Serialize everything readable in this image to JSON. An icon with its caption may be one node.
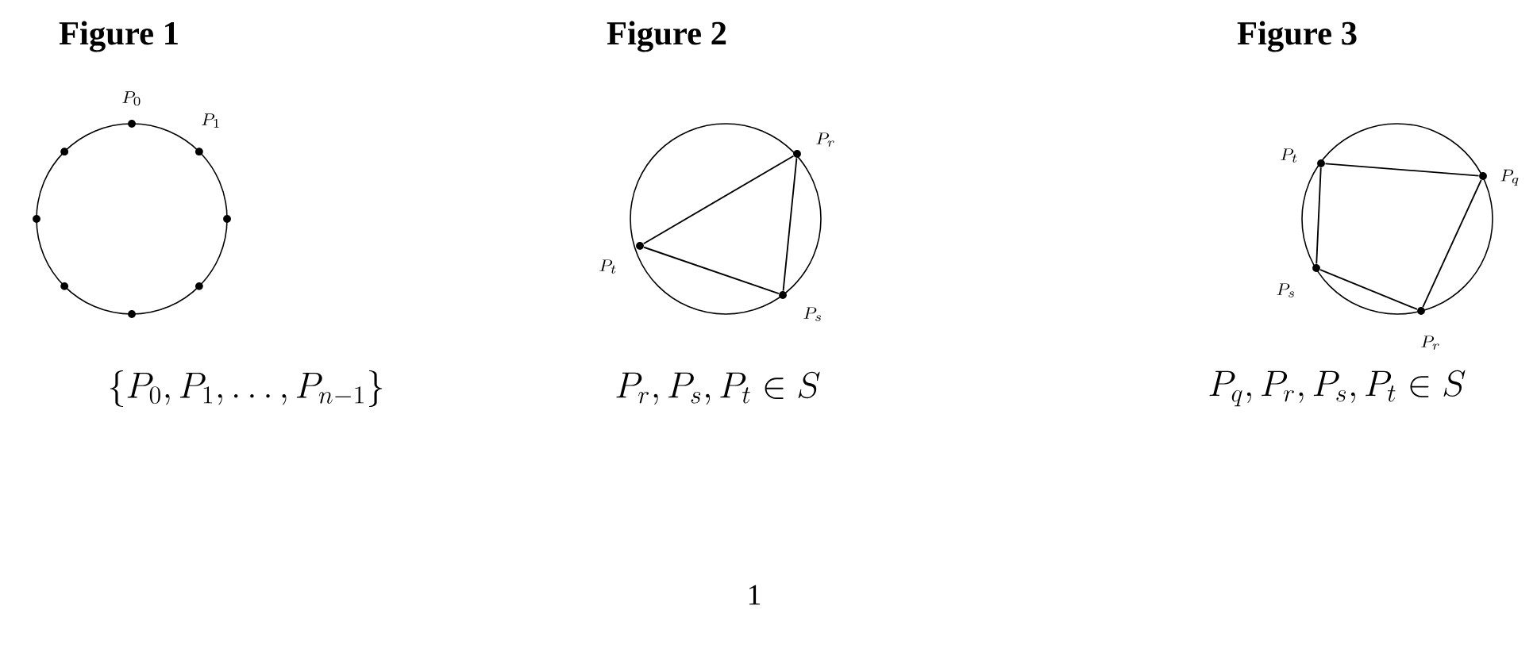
{
  "diagram": {
    "nodes": [
      {
        "text": [],
        "shape": "dot",
        "beside": [
          "P_0"
        ]
      },
      {
        "text": [],
        "shape": "dot"
      },
      {
        "text": [],
        "shape": "dot",
        "beside": [
          "P_1"
        ]
      },
      {
        "text": [],
        "shape": "dot"
      },
      {
        "text": [],
        "shape": "dot"
      },
      {
        "text": [],
        "shape": "dot"
      },
      {
        "text": [],
        "shape": "dot"
      },
      {
        "text": [],
        "shape": "dot"
      },
      {
        "text": [],
        "shape": "dot",
        "beside": [
          "P_r"
        ]
      },
      {
        "text": [],
        "shape": "dot",
        "beside": [
          "P_t"
        ]
      },
      {
        "text": [],
        "shape": "dot",
        "beside": [
          "P_s"
        ]
      },
      {
        "text": [],
        "shape": "dot",
        "beside": [
          "P_t"
        ]
      },
      {
        "text": [],
        "shape": "dot",
        "beside": [
          "P_q"
        ]
      },
      {
        "text": [],
        "shape": "dot",
        "beside": [
          "P_s"
        ]
      },
      {
        "text": [],
        "shape": "dot",
        "beside": [
          "P_r"
        ]
      }
    ],
    "edges": [
      {
        "from": 9,
        "to": 8,
        "arrow": "none"
      },
      {
        "from": 8,
        "to": 10,
        "arrow": "none"
      },
      {
        "from": 10,
        "to": 9,
        "arrow": "none"
      },
      {
        "from": 11,
        "to": 12,
        "arrow": "none"
      },
      {
        "from": 12,
        "to": 14,
        "arrow": "none"
      },
      {
        "from": 14,
        "to": 13,
        "arrow": "none"
      },
      {
        "from": 13,
        "to": 11,
        "arrow": "none"
      }
    ],
    "labels": [
      "Figure 1",
      "Figure 2",
      "Figure 3",
      "\\{P_0, P_1, \\ldots, P_{n-1}\\}",
      "P_r, P_s, P_t \\in S",
      "P_q, P_r, P_s, P_t \\in S",
      "1"
    ]
  }
}
